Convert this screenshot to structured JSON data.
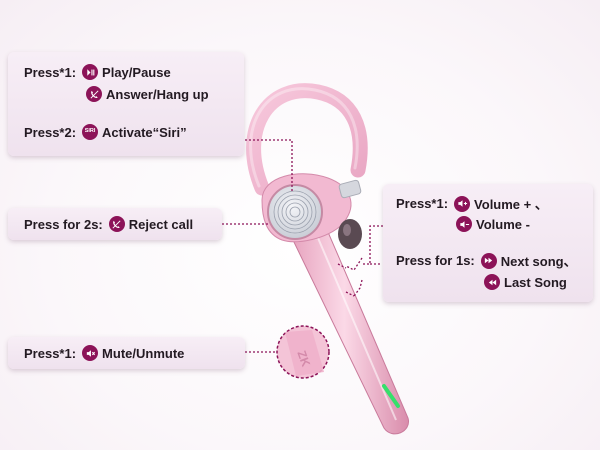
{
  "colors": {
    "accent": "#8c1358",
    "earpiece": "#f2b9d1",
    "led": "#35e06b"
  },
  "card_play": {
    "press1_label": "Press*1:",
    "play_icon": "play-pause-icon",
    "play_text": "Play/Pause",
    "answer_icon": "phone-icon",
    "answer_text": "Answer/Hang up",
    "press2_label": "Press*2:",
    "siri_icon": "siri-icon",
    "siri_badge": "SIRI",
    "siri_text": "Activate“Siri”"
  },
  "card_reject": {
    "label": "Press for 2s:",
    "icon": "phone-icon",
    "text": "Reject call"
  },
  "card_mute": {
    "label": "Press*1:",
    "icon": "mute-icon",
    "text": "Mute/Unmute"
  },
  "card_volume": {
    "press1_label": "Press*1:",
    "vol_up_icon": "volume-up-icon",
    "vol_up_text": "Volume + 、",
    "vol_down_icon": "volume-down-icon",
    "vol_down_text": "Volume -",
    "press1s_label": "Press for 1s:",
    "next_icon": "next-song-icon",
    "next_text": "Next song、",
    "last_icon": "last-song-icon",
    "last_text": "Last Song"
  },
  "device": {
    "stem_marking": "ZK"
  }
}
